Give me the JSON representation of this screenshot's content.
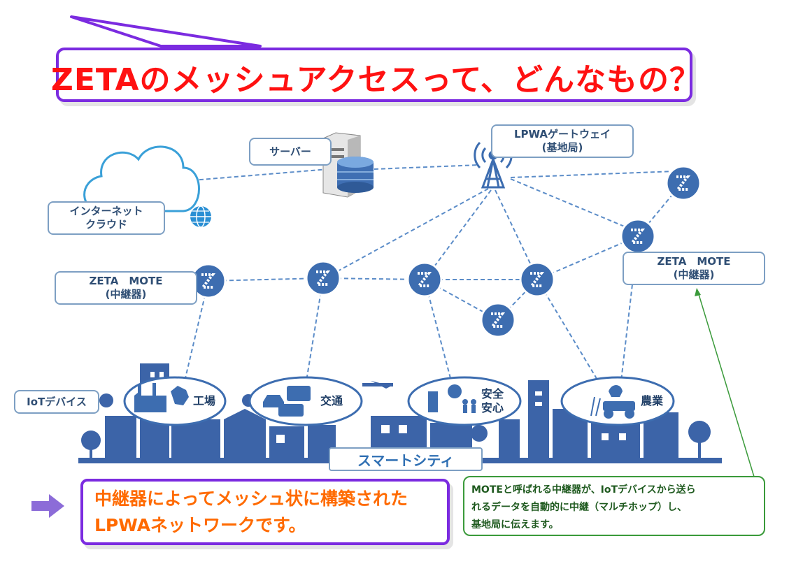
{
  "title": "ZETAのメッシュアクセスって、どんなもの？",
  "labels": {
    "gateway": [
      "LPWAゲートウェイ",
      "(基地局)"
    ],
    "server": "サーバー",
    "cloud": [
      "インターネット",
      "クラウド"
    ],
    "mote_left": [
      "ZETA　MOTE",
      "(中継器)"
    ],
    "mote_right": [
      "ZETA　MOTE",
      "(中継器)"
    ],
    "iot_device": "IoTデバイス",
    "smart_city": "スマートシティ"
  },
  "categories": {
    "factory": "工場",
    "traffic": "交通",
    "safety": [
      "安全",
      "安心"
    ],
    "agriculture": "農業"
  },
  "note": [
    "MOTEと呼ばれる中継器が、IoTデバイスから送ら",
    "れるデータを自動的に中継（マルチホップ）し、",
    "基地局に伝えます。"
  ],
  "summary": [
    "中継器によってメッシュ状に構築された",
    "LPWAネットワークです。"
  ],
  "colors": {
    "title_text": "#ff1111",
    "frame_purple": "#7b2be0",
    "node_blue": "#3d6db0",
    "link_dash": "#5b8cc8",
    "city_blue": "#3c64a8",
    "note_green": "#3a9a3a",
    "summary_orange": "#ff6a00"
  }
}
